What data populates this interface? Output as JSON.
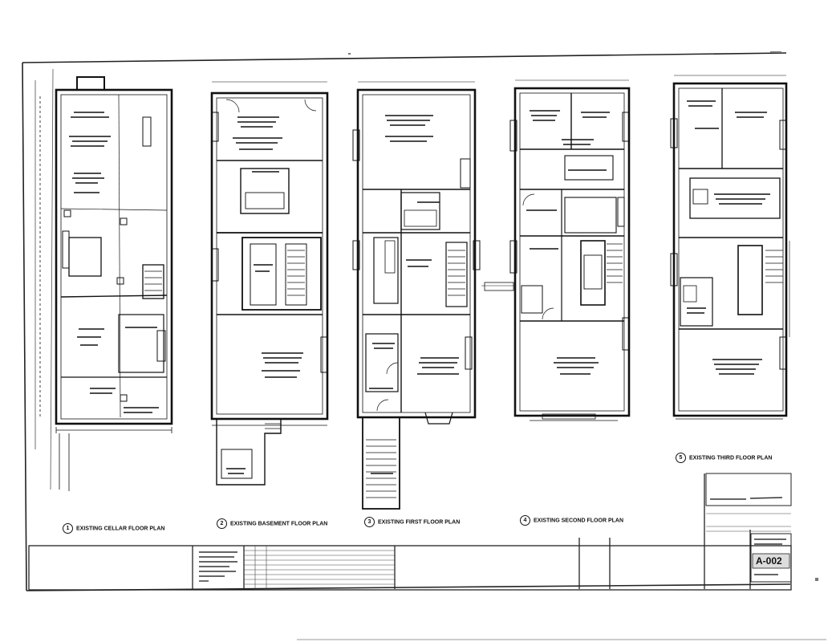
{
  "plans": [
    {
      "num": "1",
      "title": "EXISTING CELLAR FLOOR PLAN"
    },
    {
      "num": "2",
      "title": "EXISTING BASEMENT FLOOR PLAN"
    },
    {
      "num": "3",
      "title": "EXISTING FIRST FLOOR PLAN"
    },
    {
      "num": "4",
      "title": "EXISTING SECOND FLOOR PLAN"
    },
    {
      "num": "5",
      "title": "EXISTING THIRD FLOOR PLAN"
    }
  ],
  "title_block": {
    "sheet_number": "A-002"
  }
}
